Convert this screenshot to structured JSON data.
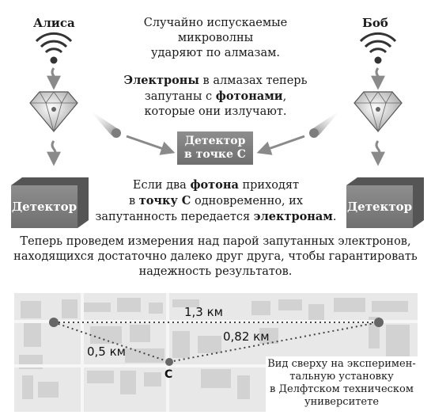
{
  "labels": {
    "alice": "Алиса",
    "bob": "Боб",
    "detector": "Детектор",
    "detector_c_line1": "Детектор",
    "detector_c_line2": "в точке С"
  },
  "text_top": {
    "line1": "Случайно испускаемые",
    "line2": "микроволны",
    "line3": "ударяют по алмазам."
  },
  "text_mid": {
    "l1_bold": "Электроны",
    "l1_rest": " в алмазах теперь",
    "l2_pre": "запутаны с ",
    "l2_bold": "фотонами",
    "l2_post": ",",
    "l3": "которые они излучают."
  },
  "text_low": {
    "l1_pre": "Если два ",
    "l1_bold": "фотона",
    "l1_post": " приходят",
    "l2_pre": "в ",
    "l2_bold": "точку С",
    "l2_post": " одновременно, их",
    "l3_pre": "запутанность передается ",
    "l3_bold": "электронам",
    "l3_post": "."
  },
  "text_bottom": {
    "line1": "Теперь проведем измерения над парой запутанных электронов,",
    "line2": "находящихся достаточно далеко друг друга, чтобы гарантировать",
    "line3": "надежность результатов."
  },
  "map": {
    "dist_ab": "1,3 км",
    "dist_cb": "0,82 км",
    "dist_ac": "0,5 км",
    "point_c": "С",
    "caption_line1": "Вид сверху на эксперимен-",
    "caption_line2": "тальную установку",
    "caption_line3": "в Делфтском техническом",
    "caption_line4": "университете"
  },
  "colors": {
    "box_fill": "#7a7a7a",
    "arrow": "#8a8a8a",
    "map_bg": "#e6e6e6"
  }
}
